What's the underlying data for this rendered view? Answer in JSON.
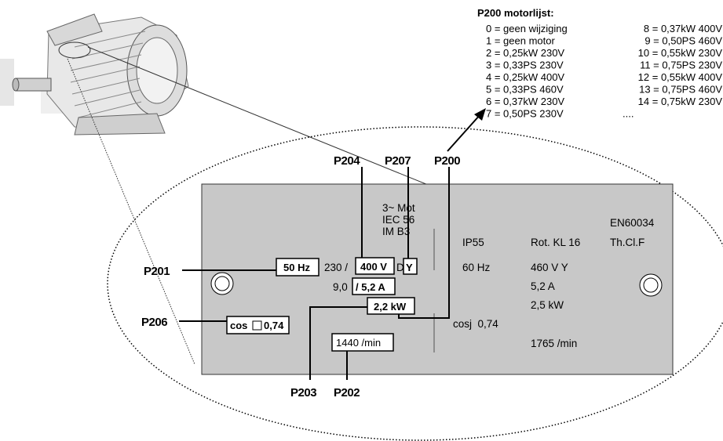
{
  "motor_list": {
    "title": "P200 motorlijst:",
    "left_items": [
      "0 = geen wijziging",
      "1 = geen motor",
      "2 = 0,25kW 230V",
      "3 = 0,33PS 230V",
      "4 = 0,25kW 400V",
      "5 = 0,33PS 460V",
      "6 = 0,37kW 230V",
      "7 = 0,50PS 230V"
    ],
    "right_items": [
      "8 = 0,37kW 400V",
      "9 = 0,50PS 460V",
      "10 = 0,55kW 230V",
      "11 = 0,75PS 230V",
      "12 = 0,55kW 400V",
      "13 = 0,75PS 460V",
      "14 = 0,75kW 230V",
      "...."
    ]
  },
  "parameters": {
    "p200": "P200",
    "p201": "P201",
    "p202": "P202",
    "p203": "P203",
    "p204": "P204",
    "p206": "P206",
    "p207": "P207"
  },
  "nameplate": {
    "mot_type": "3~ Mot",
    "iec": "IEC 56",
    "im": "IM B3",
    "standard": "EN60034",
    "ip": "IP55",
    "rot": "Rot. KL 16",
    "thcl": "Th.Cl.F",
    "freq_50": "50 Hz",
    "volt_prefix": "230 /",
    "volt_400": "400 V",
    "delta": "D",
    "star": "Y",
    "freq_60": "60 Hz",
    "volt_460": "460 V Y",
    "curr_prefix": "9,0",
    "curr_52": "/ 5,2 A",
    "curr_60": "5,2 A",
    "power_22": "2,2 kW",
    "power_25": "2,5 kW",
    "cos_left_a": "cos",
    "cos_left_b": "0,74",
    "cos_right": "cosj  0,74",
    "speed_1440": "1440 /min",
    "speed_1765": "1765 /min"
  },
  "colors": {
    "plate": "#c8c8c8",
    "ink": "#000000"
  }
}
